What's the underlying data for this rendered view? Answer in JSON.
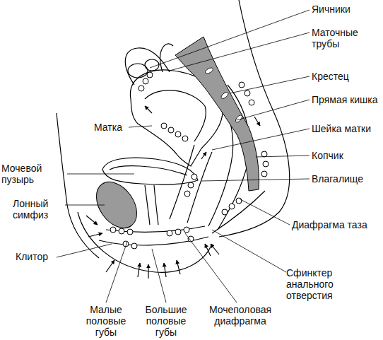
{
  "diagram": {
    "labels": [
      "Яичники",
      "Маточные трубы",
      "Крестец",
      "Прямая кишка",
      "Матка",
      "Шейка матки",
      "Копчик",
      "Мочевой пузырь",
      "Влагалище",
      "Лонный симфиз",
      "Диафрагма таза",
      "Клитор",
      "Сфинктер анального отверстия",
      "Малые половые губы",
      "Большие половые губы",
      "Мочеполовая диафрагма"
    ]
  }
}
